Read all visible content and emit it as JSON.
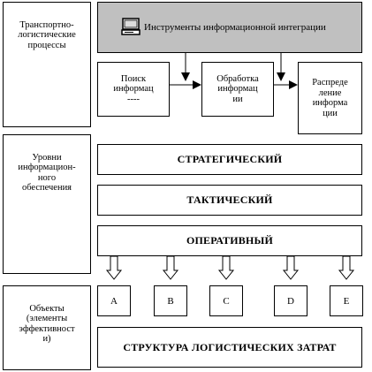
{
  "left_labels": {
    "processes": "Транспортно-\nлогистические\nпроцессы",
    "levels": "Уровни\nинформацион-\nного\nобеспечения",
    "objects": "Объекты\n(элементы\nэффективност\nи)"
  },
  "tools": {
    "label": "Инструменты информационной интеграции",
    "icon": "computer-icon"
  },
  "process_boxes": [
    "Поиск\nинформац\n----",
    "Обработка\nинформац\nии",
    "Распреде\nление\nинформа\nции"
  ],
  "levels": [
    "СТРАТЕГИЧЕСКИЙ",
    "ТАКТИЧЕСКИЙ",
    "ОПЕРАТИВНЫЙ"
  ],
  "objects": [
    "A",
    "B",
    "C",
    "D",
    "E"
  ],
  "cost_structure": "СТРУКТУРА ЛОГИСТИЧЕСКИХ ЗАТРАТ"
}
